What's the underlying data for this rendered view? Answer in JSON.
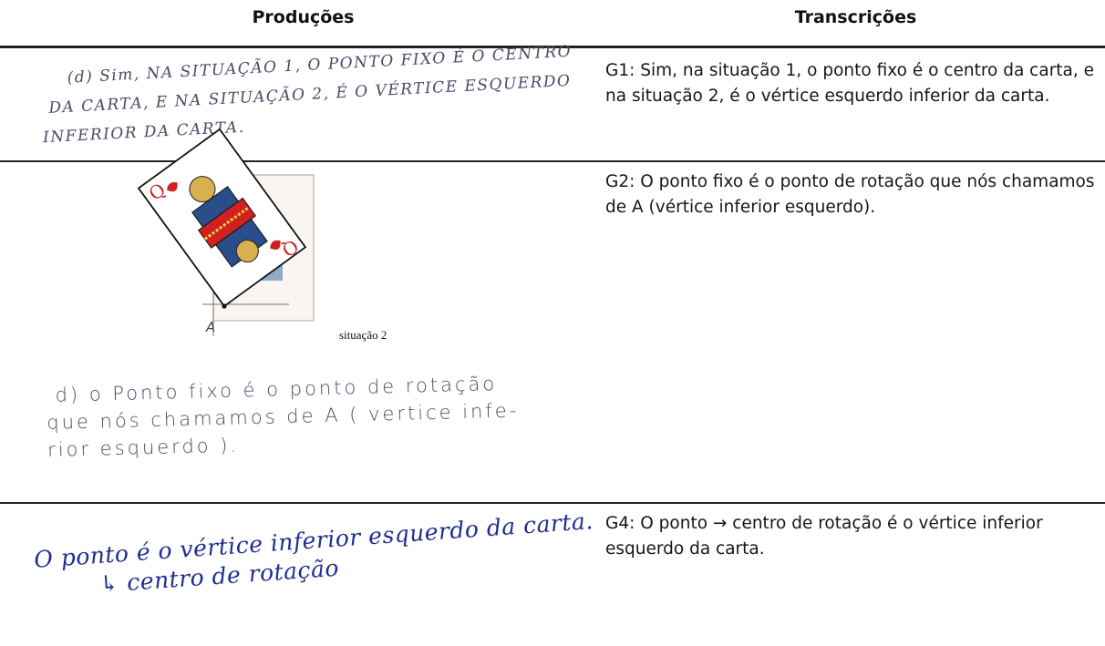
{
  "headers": {
    "left": "Produções",
    "right": "Transcrições"
  },
  "rows": [
    {
      "production_lines": [
        "(d) Sim, NA SITUAÇÃO 1, O PONTO FIXO É O CENTRO",
        "DA CARTA, E NA SITUAÇÃO 2, É O VÉRTICE ESQUERDO",
        "INFERIOR DA CARTA."
      ],
      "transcription": "G1: Sim, na situação 1, o ponto fixo é o centro da carta, e na situação 2, é o vértice esquerdo inferior da carta."
    },
    {
      "figure": {
        "caption": "situação 2",
        "card_rank": "Q",
        "point_label": "A"
      },
      "production_lines": [
        "d)  o  Ponto  fixo  é  o  ponto  de  rotação",
        "que  nós  chamamos  de  A ( vertice  infe-",
        "rior  esquerdo )."
      ],
      "transcription": "G2: O ponto fixo é o ponto de rotação que nós chamamos de A (vértice inferior esquerdo)."
    },
    {
      "production_lines": [
        "O ponto é o vértice inferior esquerdo da carta.",
        "↳ centro de rotação"
      ],
      "transcription": "G4: O ponto → centro de rotação é o vértice inferior esquerdo da carta."
    }
  ],
  "colors": {
    "rule": "#222222",
    "ink_gray": "#4a4a6a",
    "ink_blue": "#1f2e8f",
    "card_red": "#d02020"
  }
}
